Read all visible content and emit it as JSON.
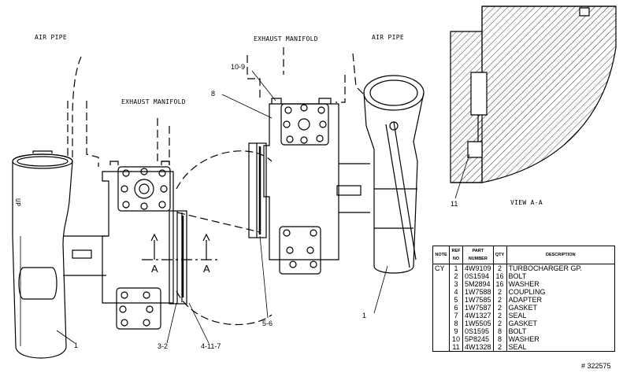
{
  "labels": {
    "air_pipe_left": "AIR PIPE",
    "air_pipe_right": "AIR PIPE",
    "exhaust_left": "EXHAUST MANIFOLD",
    "exhaust_right": "EXHAUST MANIFOLD",
    "view": "VIEW A-A",
    "section_mark": "A",
    "side_mark": "UP"
  },
  "callouts": {
    "c10_9": "10-9",
    "c8": "8",
    "c1_left": "1",
    "c1_right": "1",
    "c3_2": "3-2",
    "c4_11_7": "4-11-7",
    "c5_6": "5-6",
    "c11": "11"
  },
  "parts_table": {
    "headers": [
      "NOTE",
      "REF NO",
      "PART NUMBER",
      "QTY",
      "DESCRIPTION"
    ],
    "rows": [
      [
        "CY",
        "1",
        "4W9109",
        "2",
        "TURBOCHARGER GP."
      ],
      [
        "",
        "2",
        "0S1594",
        "16",
        "BOLT"
      ],
      [
        "",
        "3",
        "5M2894",
        "16",
        "WASHER"
      ],
      [
        "",
        "4",
        "1W7588",
        "2",
        "COUPLING"
      ],
      [
        "",
        "5",
        "1W7585",
        "2",
        "ADAPTER"
      ],
      [
        "",
        "6",
        "1W7587",
        "2",
        "GASKET"
      ],
      [
        "",
        "7",
        "4W1327",
        "2",
        "SEAL"
      ],
      [
        "",
        "8",
        "1W5505",
        "2",
        "GASKET"
      ],
      [
        "",
        "9",
        "0S1595",
        "8",
        "BOLT"
      ],
      [
        "",
        "10",
        "5P8245",
        "8",
        "WASHER"
      ],
      [
        "",
        "11",
        "4W1328",
        "2",
        "SEAL"
      ]
    ]
  },
  "figure_number": "# 322575"
}
